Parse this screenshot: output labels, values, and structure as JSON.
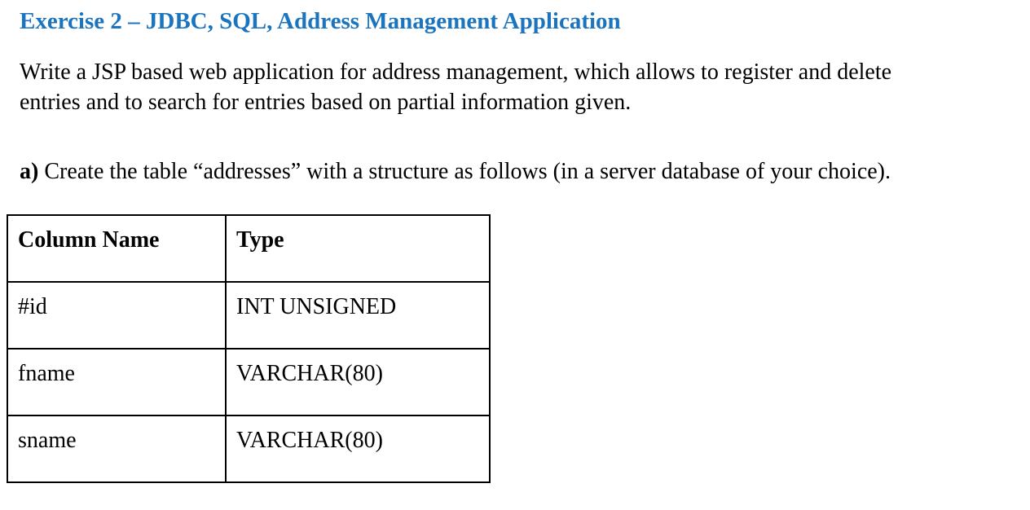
{
  "page": {
    "heading": "Exercise 2 – JDBC, SQL, Address Management Application",
    "intro": {
      "line1": "Write a JSP based web application for address management, which allows to register and delete",
      "line2": "entries and to search for entries based on partial information given."
    },
    "task_a": {
      "label": "a)",
      "text": " Create the table “addresses” with a structure as follows (in a server database of your choice)."
    },
    "table": {
      "headers": [
        "Column Name",
        "Type"
      ],
      "rows": [
        [
          "#id",
          "INT UNSIGNED"
        ],
        [
          "fname",
          "VARCHAR(80)"
        ],
        [
          "sname",
          "VARCHAR(80)"
        ]
      ]
    },
    "colors": {
      "heading_blue": "#1B74BE",
      "body_text": "#000000",
      "table_border": "#000000"
    }
  }
}
